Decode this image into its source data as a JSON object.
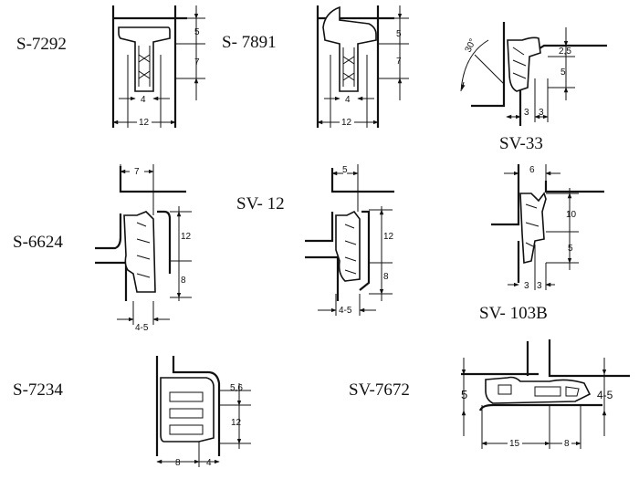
{
  "profiles": [
    {
      "code": "S-7292",
      "dims": {
        "top": "5",
        "mid": "7",
        "inner": "4",
        "width": "12"
      }
    },
    {
      "code": "S- 7891",
      "dims": {
        "top": "5",
        "mid": "7",
        "inner": "4",
        "width": "12"
      }
    },
    {
      "code": "SV-33",
      "dims": {
        "angle": "30°",
        "top": "2,5",
        "mid": "5",
        "left": "3",
        "right": "3"
      }
    },
    {
      "code": "S-6624",
      "dims": {
        "top": "7",
        "upper": "12",
        "lower": "8",
        "width": "4-5"
      }
    },
    {
      "code": "SV- 12",
      "dims": {
        "top": "5",
        "upper": "12",
        "lower": "8",
        "width": "4-5"
      }
    },
    {
      "code": "SV- 103B",
      "dims": {
        "top": "6",
        "upper": "10",
        "lower": "5",
        "left": "3",
        "right": "3"
      }
    },
    {
      "code": "S-7234",
      "dims": {
        "top": "5,6",
        "height": "12",
        "bottom_left": "8",
        "bottom_right": "4"
      }
    },
    {
      "code": "SV-7672",
      "dims": {
        "left": "5",
        "right": "4-5",
        "bottom_left": "15",
        "bottom_right": "8"
      }
    }
  ]
}
